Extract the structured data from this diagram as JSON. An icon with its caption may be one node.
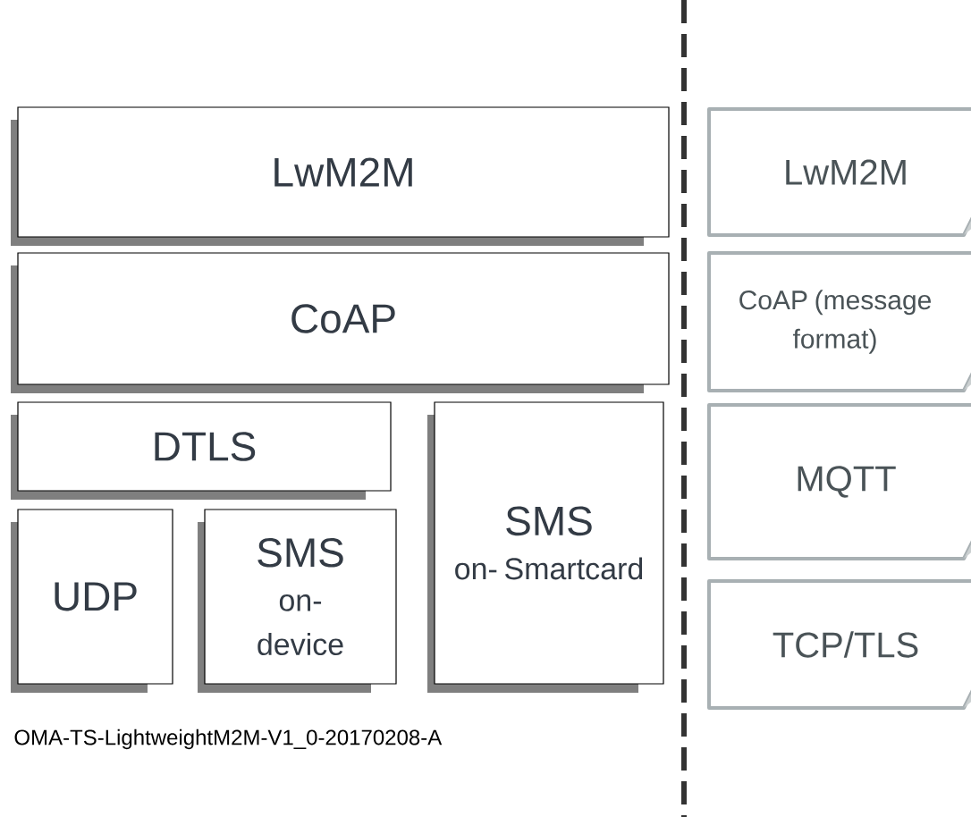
{
  "diagram": {
    "nodes": [
      {
        "text": [
          "LwM2M"
        ]
      },
      {
        "text": [
          "CoAP"
        ]
      },
      {
        "text": [
          "DTLS"
        ]
      },
      {
        "text": [
          "UDP"
        ]
      },
      {
        "text": [
          "SMS",
          "on- device"
        ]
      },
      {
        "text": [
          "SMS",
          "on- Smartcard"
        ]
      },
      {
        "text": [
          "LwM2M"
        ]
      },
      {
        "text": [
          "CoAP (message format)"
        ]
      },
      {
        "text": [
          "MQTT"
        ]
      },
      {
        "text": [
          "TCP/TLS"
        ]
      }
    ],
    "labels": [
      "OMA-TS-LightweightM2M-V1_0-20170208-A"
    ]
  }
}
